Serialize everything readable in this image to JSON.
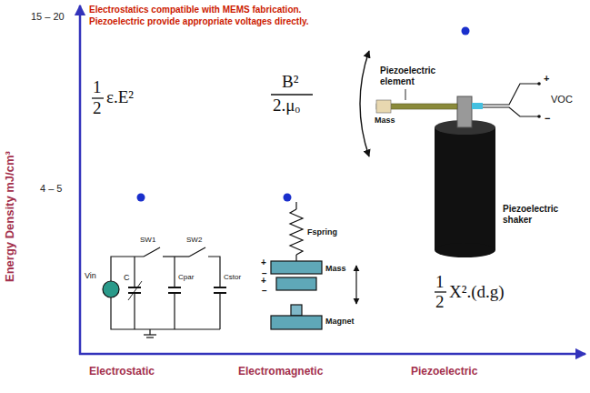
{
  "diagram": {
    "labels": [
      "Electrostatics compatible with MEMS fabrication.",
      "Piezoelectric provide appropriate voltages directly.",
      "15 – 20",
      "4 – 5",
      "Energy Density mJ/cm³",
      "1",
      "2",
      "ε.E²",
      "B²",
      "2.μₒ",
      "1",
      "2",
      "X².(d.g)",
      "SW1",
      "SW2",
      "Vin",
      "C",
      "Cpar",
      "Cstor",
      "+",
      "−",
      "+",
      "−",
      "Fspring",
      "Mass",
      "Magnet",
      "Piezoelectric element",
      "Mass",
      "+",
      "VOC",
      "−",
      "Piezoelectric shaker",
      "Electrostatic",
      "Electromagnetic",
      "Piezoelectric"
    ]
  }
}
